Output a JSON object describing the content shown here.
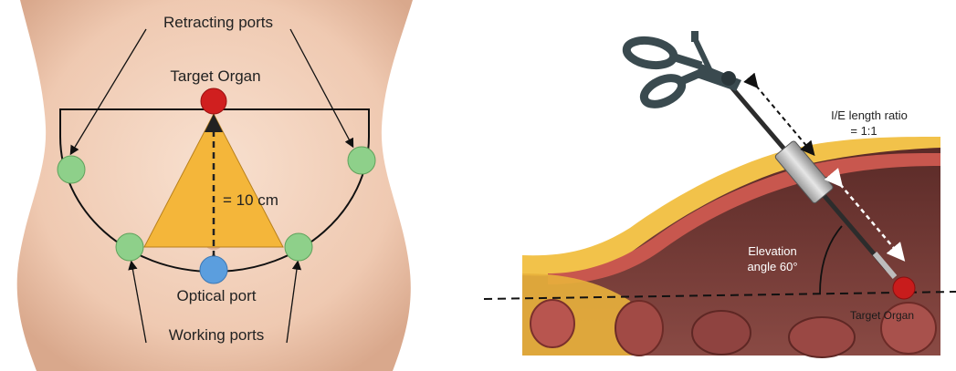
{
  "left_panel": {
    "retracting_ports_label": "Retracting ports",
    "target_organ_label": "Target Organ",
    "distance_label": "= 10 cm",
    "optical_port_label": "Optical port",
    "working_ports_label": "Working ports",
    "colors": {
      "target": "#d01f1f",
      "optical_port": "#5b9ede",
      "port": "#8ed08a",
      "triangle": "#f4b63a",
      "skin": "#f2d2bd"
    }
  },
  "right_panel": {
    "ie_ratio_label": "I/E length ratio",
    "ie_ratio_value": "= 1:1",
    "elevation_label": "Elevation",
    "elevation_value": "angle 60°",
    "target_organ_label": "Target Organ",
    "instrument_icon": "laparoscopic-grasper-icon",
    "colors": {
      "target": "#c81c1c",
      "fat": "#f2c24a",
      "muscle": "#c8574e",
      "cavity": "#6e3530"
    }
  }
}
